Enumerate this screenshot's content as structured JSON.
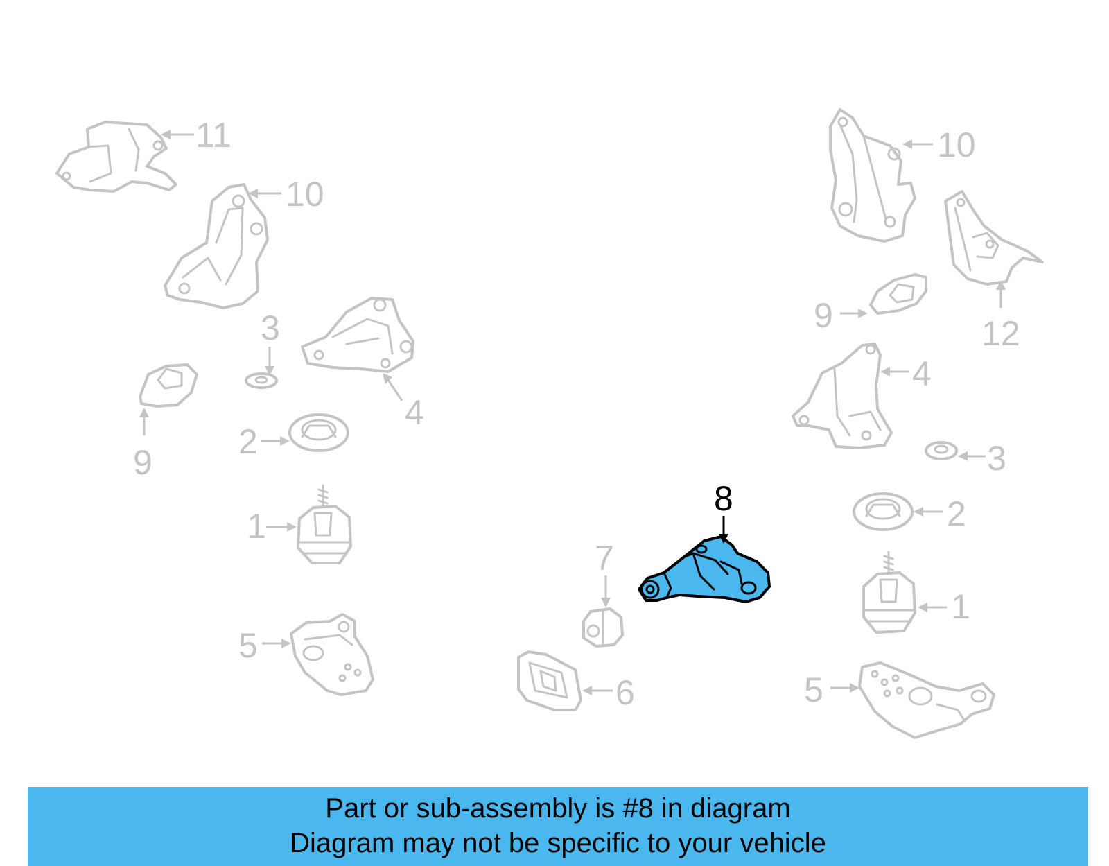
{
  "diagram": {
    "callouts": {
      "left": {
        "c11": "11",
        "c10": "10",
        "c3": "3",
        "c4": "4",
        "c9": "9",
        "c2": "2",
        "c1": "1",
        "c5": "5"
      },
      "center": {
        "c8": "8",
        "c7": "7",
        "c6": "6"
      },
      "right": {
        "c10": "10",
        "c12": "12",
        "c9": "9",
        "c4": "4",
        "c3": "3",
        "c2": "2",
        "c1": "1",
        "c5": "5"
      }
    },
    "highlighted_part": "8",
    "colors": {
      "highlight_fill": "#4ab8ee",
      "highlight_outline": "#000000",
      "faded_parts": "#c4c4c4",
      "banner_background": "#4ab8ee"
    }
  },
  "banner": {
    "line1": "Part or sub-assembly is #8 in diagram",
    "line2": "Diagram may not be specific to your vehicle"
  }
}
